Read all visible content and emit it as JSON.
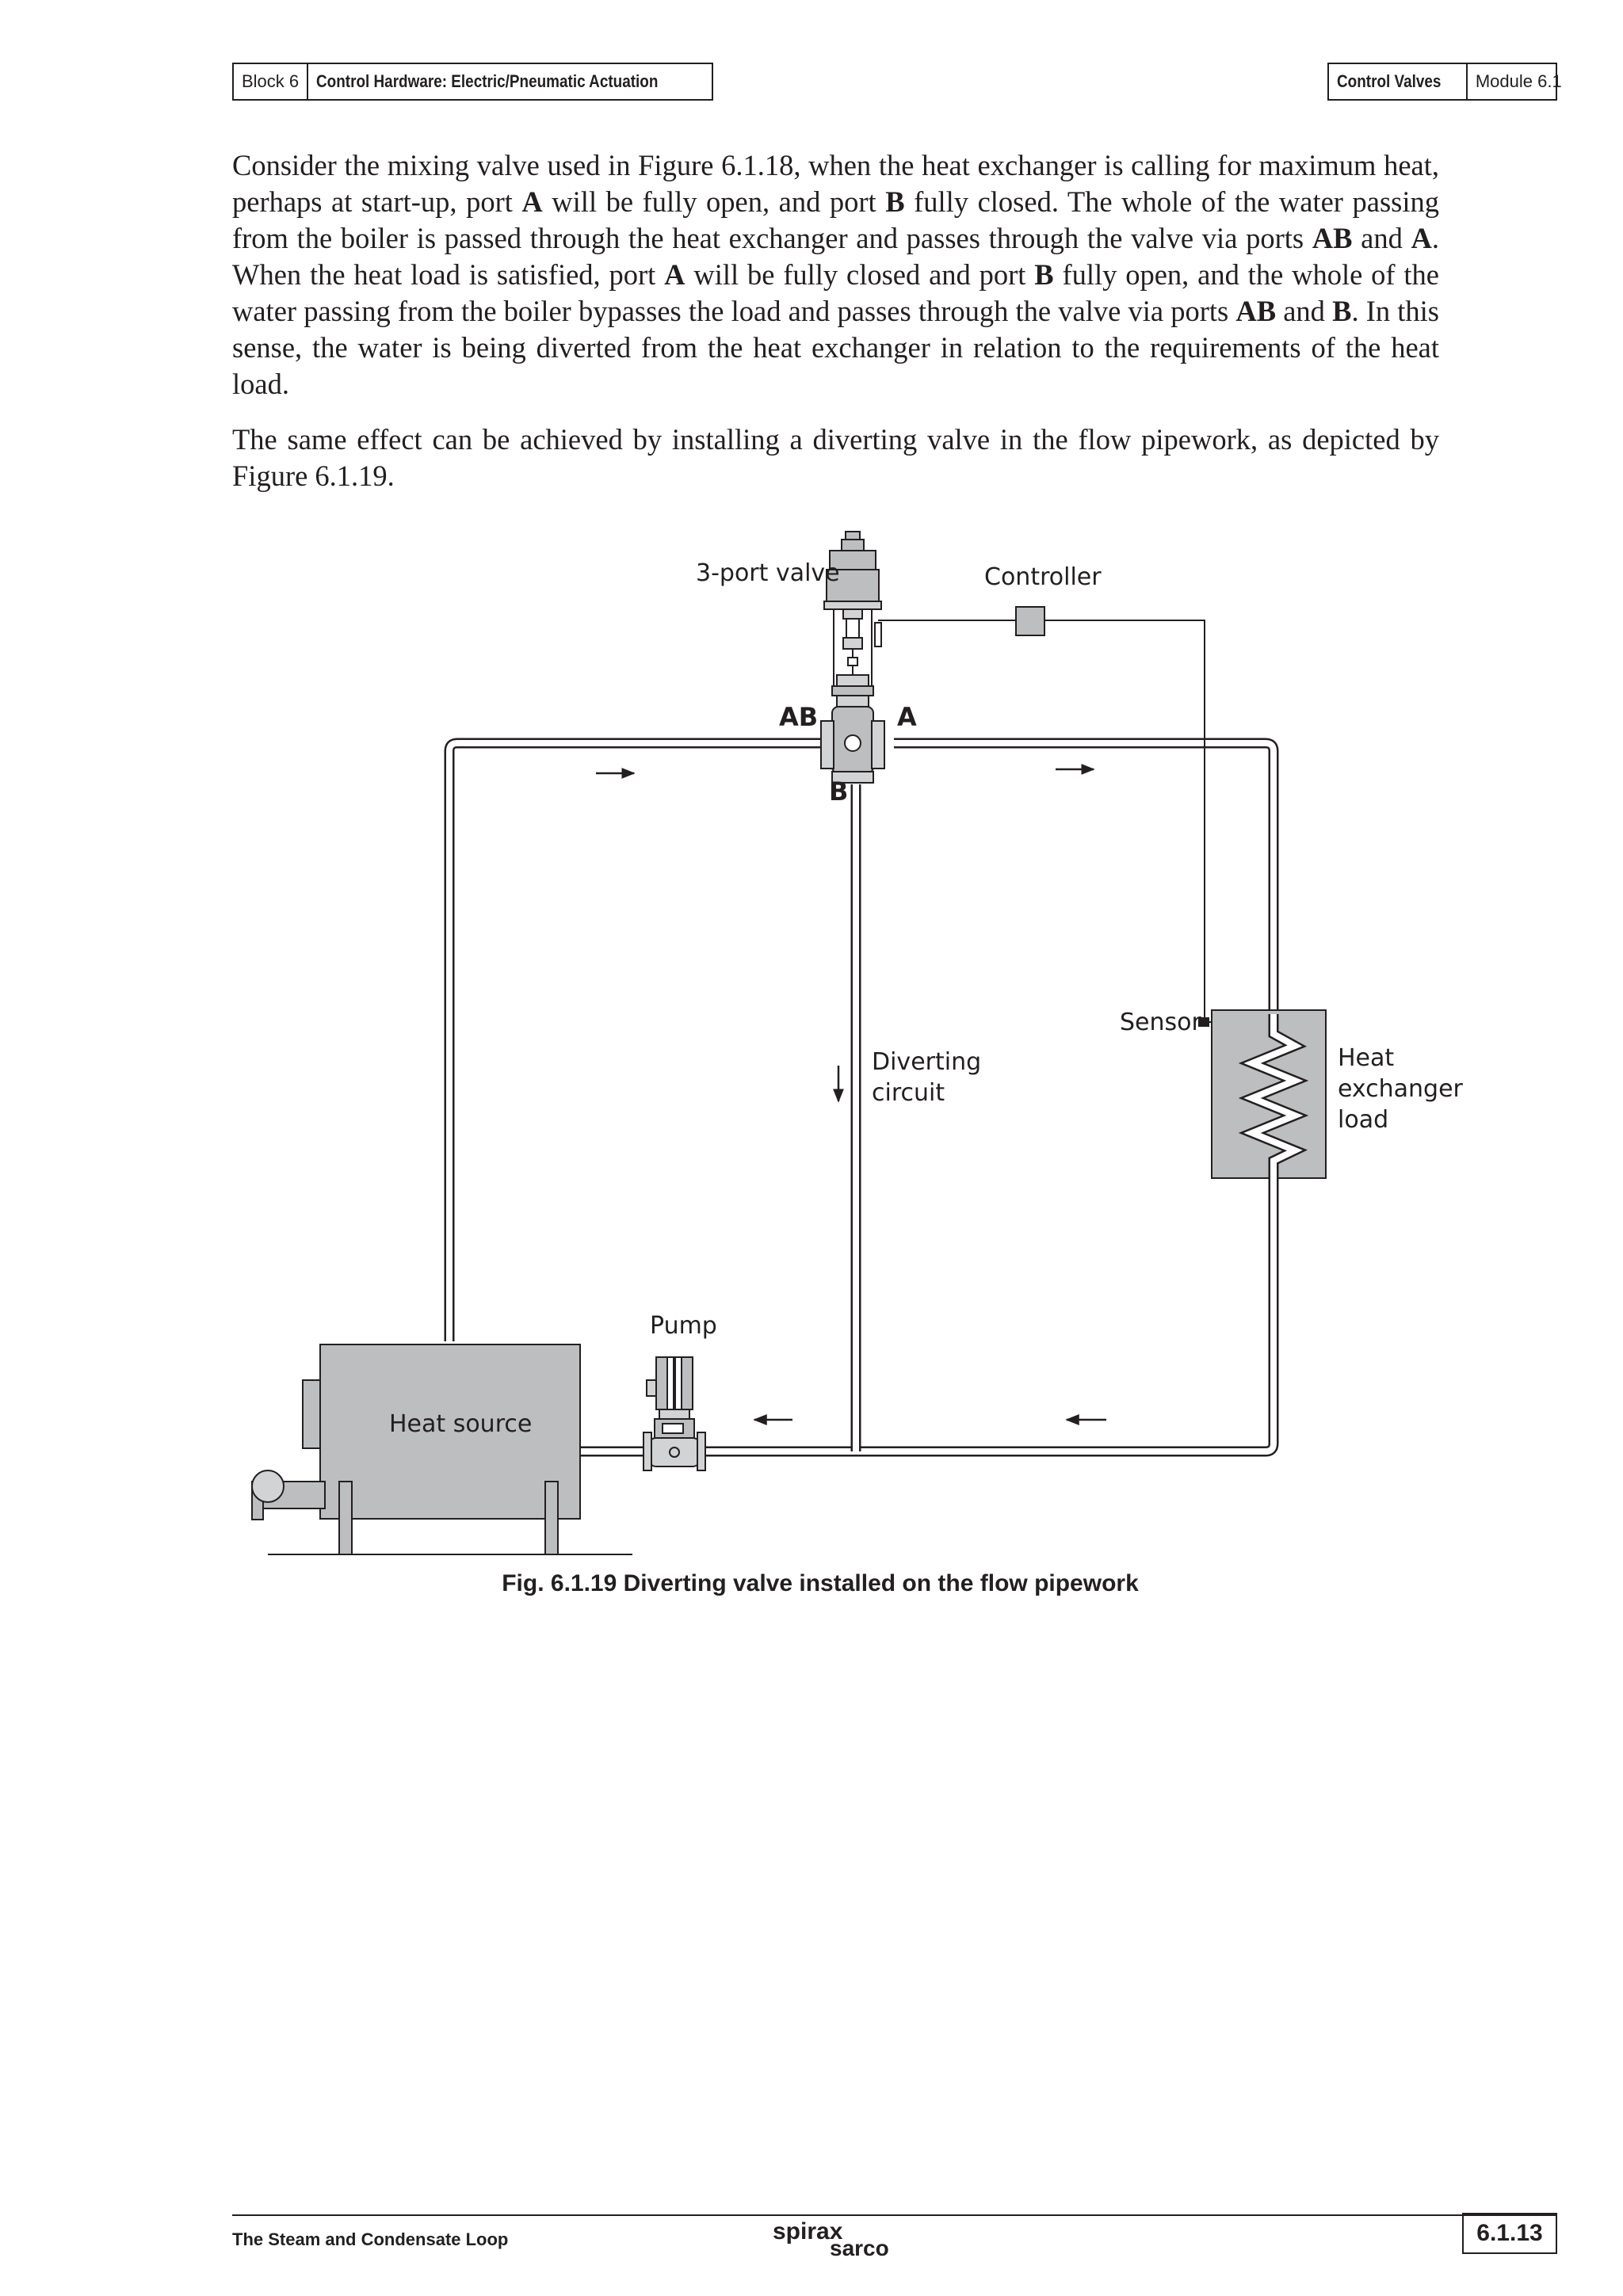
{
  "header": {
    "left": {
      "block": "Block 6",
      "title": "Control Hardware: Electric/Pneumatic Actuation"
    },
    "right": {
      "title": "Control Valves",
      "module": "Module 6.1"
    }
  },
  "body": {
    "p1": [
      {
        "t": "Consider the mixing valve used in Figure 6.1.18, when the heat exchanger is calling for maximum heat, perhaps at start-up, port "
      },
      {
        "t": "A",
        "b": true
      },
      {
        "t": " will be fully open, and port "
      },
      {
        "t": "B",
        "b": true
      },
      {
        "t": " fully closed. The whole of the water passing from the boiler is passed through the heat exchanger and passes through the valve via ports "
      },
      {
        "t": "AB",
        "b": true
      },
      {
        "t": " and "
      },
      {
        "t": "A",
        "b": true
      },
      {
        "t": ". When the heat load is satisfied, port "
      },
      {
        "t": "A",
        "b": true
      },
      {
        "t": " will be fully closed and port "
      },
      {
        "t": "B",
        "b": true
      },
      {
        "t": " fully open, and the whole of the water passing from the boiler bypasses the load and passes through the valve via ports "
      },
      {
        "t": "AB",
        "b": true
      },
      {
        "t": " and "
      },
      {
        "t": "B",
        "b": true
      },
      {
        "t": ". In this sense, the water is being diverted from the heat exchanger in relation to the requirements of the heat load."
      }
    ],
    "p2": "The same effect can be achieved by installing a diverting valve in the flow pipework, as depicted by Figure 6.1.19."
  },
  "figure": {
    "labels": {
      "valve": "3-port valve",
      "controller": "Controller",
      "port_ab": "AB",
      "port_a": "A",
      "port_b": "B",
      "sensor": "Sensor",
      "diverting_1": "Diverting",
      "diverting_2": "circuit",
      "hx_1": "Heat",
      "hx_2": "exchanger",
      "hx_3": "load",
      "pump": "Pump",
      "heat_source": "Heat source"
    },
    "caption": "Fig. 6.1.19  Diverting valve installed on the flow pipework"
  },
  "footer": {
    "left": "The Steam and Condensate Loop",
    "logo_top": "spirax",
    "logo_bottom": "sarco",
    "page": "6.1.13"
  }
}
